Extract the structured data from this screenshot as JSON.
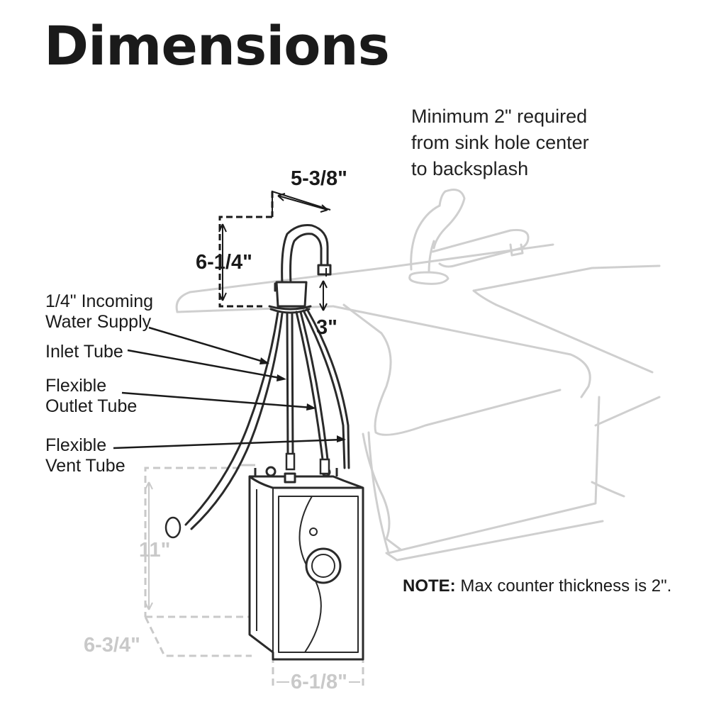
{
  "title": "Dimensions",
  "clearance_note": {
    "line1": "Minimum 2\" required",
    "line2": "from sink hole center",
    "line3": "to backsplash"
  },
  "dimensions": {
    "faucet_reach": "5-3/8\"",
    "faucet_height": "6-1/4\"",
    "base_height": "3\"",
    "tank_height": "11\"",
    "tank_depth": "6-3/4\"",
    "tank_width": "6-1/8\""
  },
  "callouts": {
    "water_supply_line1": "1/4\" Incoming",
    "water_supply_line2": "Water Supply",
    "inlet_tube": "Inlet Tube",
    "outlet_tube_line1": "Flexible",
    "outlet_tube_line2": "Outlet Tube",
    "vent_tube_line1": "Flexible",
    "vent_tube_line2": "Vent Tube"
  },
  "note": {
    "label": "NOTE:",
    "text": " Max counter thickness is 2\"."
  }
}
